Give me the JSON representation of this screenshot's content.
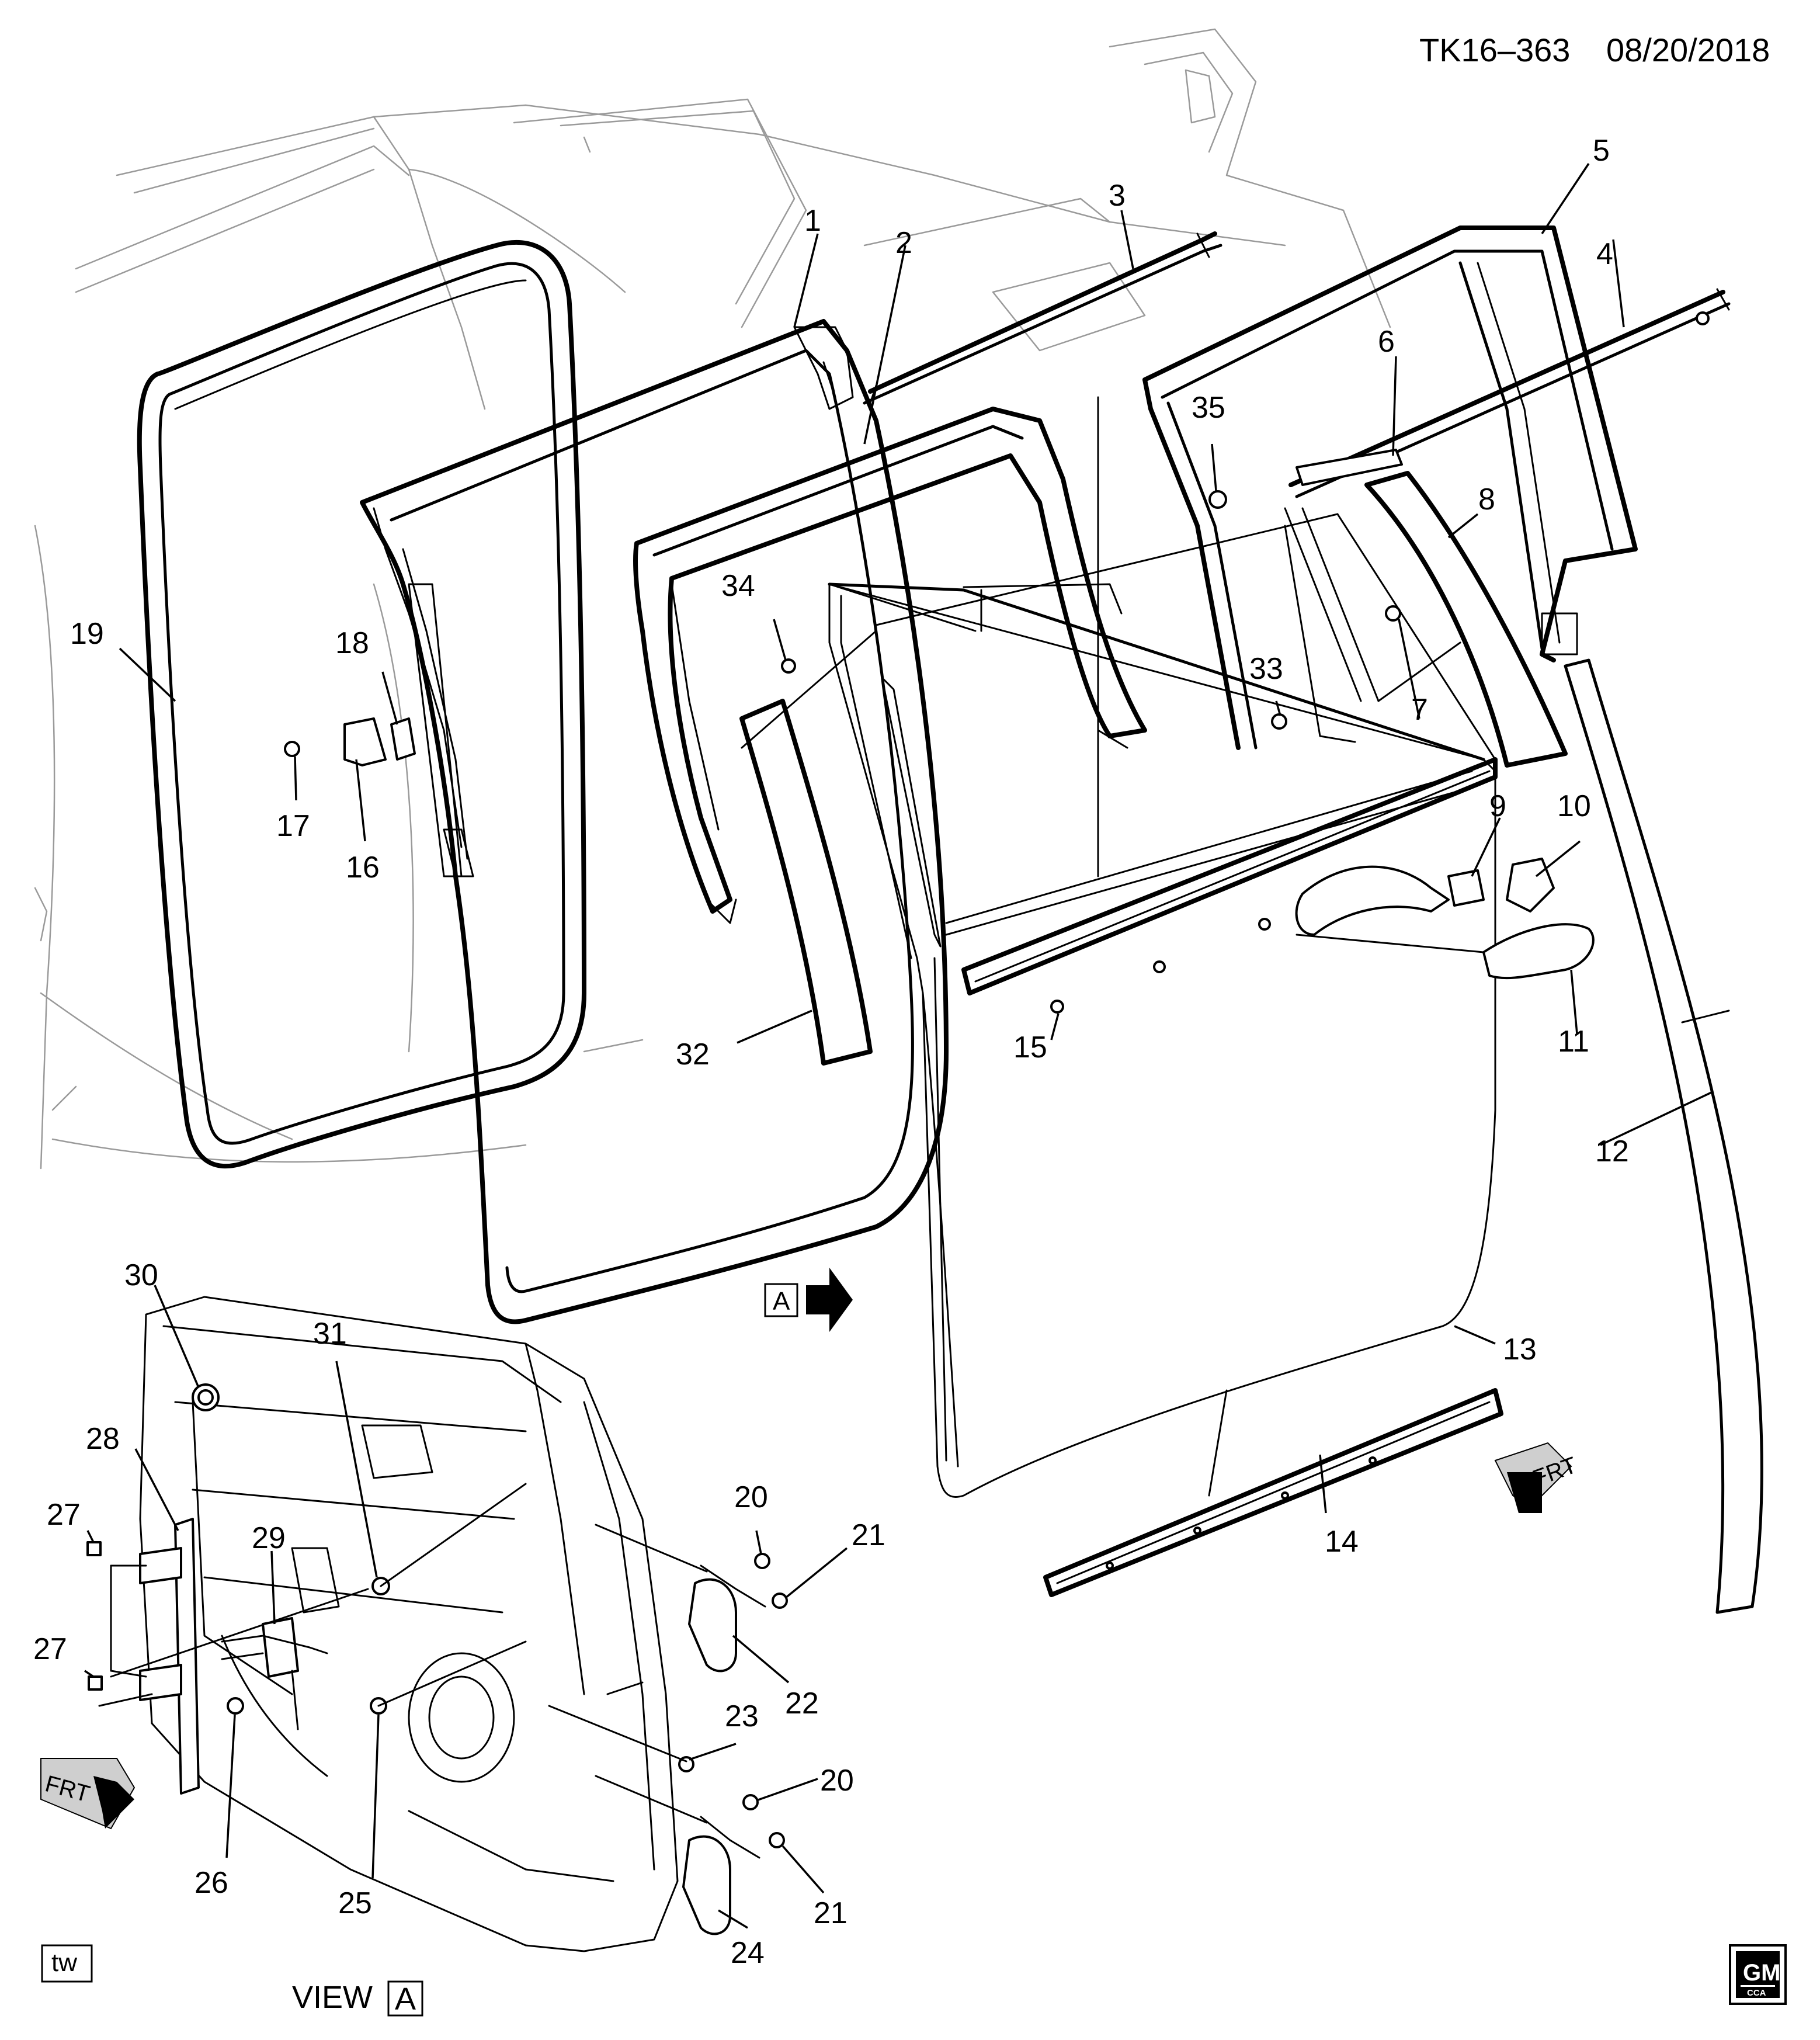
{
  "header": {
    "drawing_id": "TK16–363",
    "date": "08/20/2018"
  },
  "callouts": [
    "1",
    "2",
    "3",
    "4",
    "5",
    "6",
    "7",
    "8",
    "9",
    "10",
    "11",
    "12",
    "13",
    "14",
    "15",
    "16",
    "17",
    "18",
    "19",
    "20",
    "21",
    "22",
    "23",
    "24",
    "25",
    "26",
    "27",
    "28",
    "29",
    "30",
    "31",
    "32",
    "33",
    "34",
    "35"
  ],
  "callout_dup": {
    "c20b": "20",
    "c21b": "21",
    "c27b": "27"
  },
  "view_ref": {
    "label": "A"
  },
  "view": {
    "title": "VIEW",
    "box_label": "A"
  },
  "frt_label": "FRT",
  "badges": {
    "tw": "tw",
    "gm_logo_text": "GM",
    "gm_logo_sub": "CCA"
  },
  "colors": {
    "line": "#000000",
    "faint_line": "#9a9a9a",
    "background": "#ffffff"
  }
}
